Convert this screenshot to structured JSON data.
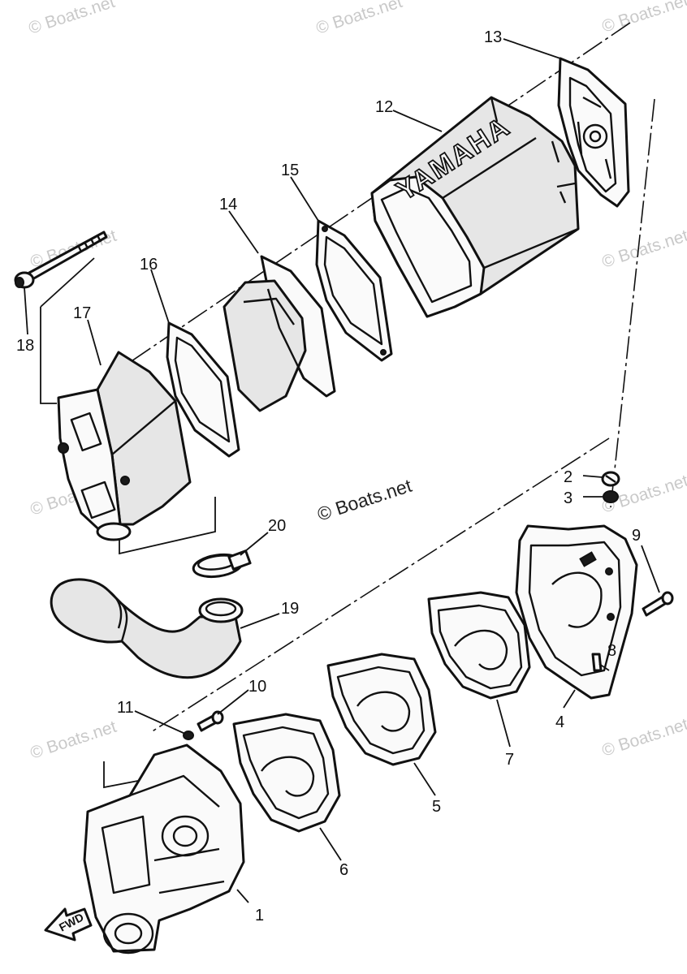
{
  "watermark": {
    "text": "© Boats.net",
    "center_text": "© Boats.net"
  },
  "brand_text": "YAMAHA",
  "fwd_text": "FWD",
  "callouts": [
    "1",
    "2",
    "3",
    "4",
    "5",
    "6",
    "7",
    "8",
    "9",
    "10",
    "11",
    "12",
    "13",
    "14",
    "15",
    "16",
    "17",
    "18",
    "19",
    "20"
  ]
}
